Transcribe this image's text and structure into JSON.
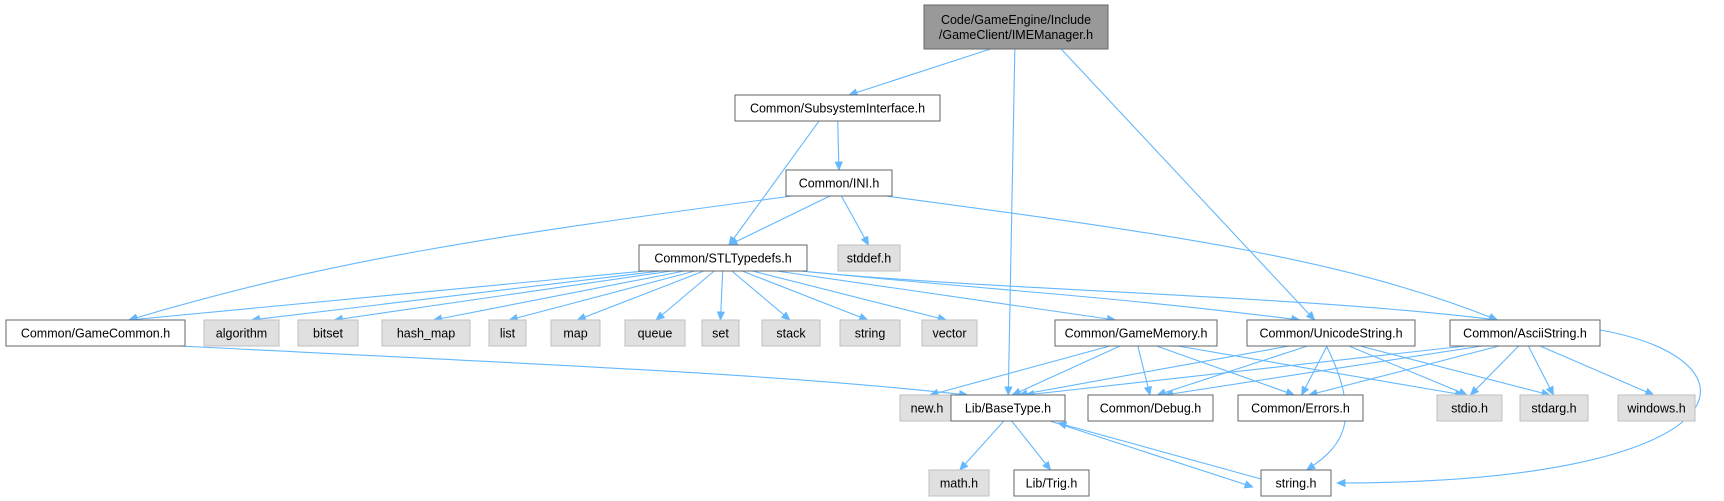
{
  "colors": {
    "root": "#999999",
    "local": "#ffffff",
    "system": "#e0e0e0",
    "edge": "#63b8ff",
    "border": "#666666"
  },
  "nodes": [
    {
      "id": "root",
      "lines": [
        "Code/GameEngine/Include",
        "/GameClient/IMEManager.h"
      ],
      "kind": "root"
    },
    {
      "id": "subsys",
      "lines": [
        "Common/SubsystemInterface.h"
      ],
      "kind": "local"
    },
    {
      "id": "ini",
      "lines": [
        "Common/INI.h"
      ],
      "kind": "local"
    },
    {
      "id": "stddef",
      "lines": [
        "stddef.h"
      ],
      "kind": "system"
    },
    {
      "id": "stl",
      "lines": [
        "Common/STLTypedefs.h"
      ],
      "kind": "local"
    },
    {
      "id": "gamecommon",
      "lines": [
        "Common/GameCommon.h"
      ],
      "kind": "local"
    },
    {
      "id": "algorithm",
      "lines": [
        "algorithm"
      ],
      "kind": "system"
    },
    {
      "id": "bitset",
      "lines": [
        "bitset"
      ],
      "kind": "system"
    },
    {
      "id": "hash_map",
      "lines": [
        "hash_map"
      ],
      "kind": "system"
    },
    {
      "id": "list",
      "lines": [
        "list"
      ],
      "kind": "system"
    },
    {
      "id": "map",
      "lines": [
        "map"
      ],
      "kind": "system"
    },
    {
      "id": "queue",
      "lines": [
        "queue"
      ],
      "kind": "system"
    },
    {
      "id": "set",
      "lines": [
        "set"
      ],
      "kind": "system"
    },
    {
      "id": "stack",
      "lines": [
        "stack"
      ],
      "kind": "system"
    },
    {
      "id": "string",
      "lines": [
        "string"
      ],
      "kind": "system"
    },
    {
      "id": "vector",
      "lines": [
        "vector"
      ],
      "kind": "system"
    },
    {
      "id": "gamememory",
      "lines": [
        "Common/GameMemory.h"
      ],
      "kind": "local"
    },
    {
      "id": "unicode",
      "lines": [
        "Common/UnicodeString.h"
      ],
      "kind": "local"
    },
    {
      "id": "ascii",
      "lines": [
        "Common/AsciiString.h"
      ],
      "kind": "local"
    },
    {
      "id": "new",
      "lines": [
        "new.h"
      ],
      "kind": "system"
    },
    {
      "id": "basetype",
      "lines": [
        "Lib/BaseType.h"
      ],
      "kind": "local"
    },
    {
      "id": "debug",
      "lines": [
        "Common/Debug.h"
      ],
      "kind": "local"
    },
    {
      "id": "errors",
      "lines": [
        "Common/Errors.h"
      ],
      "kind": "local"
    },
    {
      "id": "stdio",
      "lines": [
        "stdio.h"
      ],
      "kind": "system"
    },
    {
      "id": "stdarg",
      "lines": [
        "stdarg.h"
      ],
      "kind": "system"
    },
    {
      "id": "windows",
      "lines": [
        "windows.h"
      ],
      "kind": "system"
    },
    {
      "id": "math",
      "lines": [
        "math.h"
      ],
      "kind": "system"
    },
    {
      "id": "trig",
      "lines": [
        "Lib/Trig.h"
      ],
      "kind": "local"
    },
    {
      "id": "stringh",
      "lines": [
        "string.h"
      ],
      "kind": "local"
    }
  ],
  "edges": [
    [
      "root",
      "subsys"
    ],
    [
      "root",
      "basetype"
    ],
    [
      "root",
      "unicode"
    ],
    [
      "subsys",
      "stl"
    ],
    [
      "subsys",
      "ini"
    ],
    [
      "ini",
      "stl"
    ],
    [
      "ini",
      "stddef"
    ],
    [
      "ini",
      "gamecommon"
    ],
    [
      "ini",
      "ascii"
    ],
    [
      "stl",
      "gamecommon"
    ],
    [
      "stl",
      "algorithm"
    ],
    [
      "stl",
      "bitset"
    ],
    [
      "stl",
      "hash_map"
    ],
    [
      "stl",
      "list"
    ],
    [
      "stl",
      "map"
    ],
    [
      "stl",
      "queue"
    ],
    [
      "stl",
      "set"
    ],
    [
      "stl",
      "stack"
    ],
    [
      "stl",
      "string"
    ],
    [
      "stl",
      "vector"
    ],
    [
      "stl",
      "gamememory"
    ],
    [
      "stl",
      "unicode"
    ],
    [
      "stl",
      "ascii"
    ],
    [
      "gamecommon",
      "basetype"
    ],
    [
      "gamememory",
      "new"
    ],
    [
      "gamememory",
      "basetype"
    ],
    [
      "gamememory",
      "debug"
    ],
    [
      "gamememory",
      "errors"
    ],
    [
      "gamememory",
      "stdio"
    ],
    [
      "unicode",
      "basetype"
    ],
    [
      "unicode",
      "debug"
    ],
    [
      "unicode",
      "errors"
    ],
    [
      "unicode",
      "stdio"
    ],
    [
      "unicode",
      "stdarg"
    ],
    [
      "unicode",
      "stringh"
    ],
    [
      "ascii",
      "basetype"
    ],
    [
      "ascii",
      "debug"
    ],
    [
      "ascii",
      "errors"
    ],
    [
      "ascii",
      "stdio"
    ],
    [
      "ascii",
      "stdarg"
    ],
    [
      "ascii",
      "windows"
    ],
    [
      "ascii",
      "stringh"
    ],
    [
      "basetype",
      "math"
    ],
    [
      "basetype",
      "trig"
    ],
    [
      "basetype",
      "stringh"
    ],
    [
      "stringh",
      "basetype"
    ]
  ]
}
